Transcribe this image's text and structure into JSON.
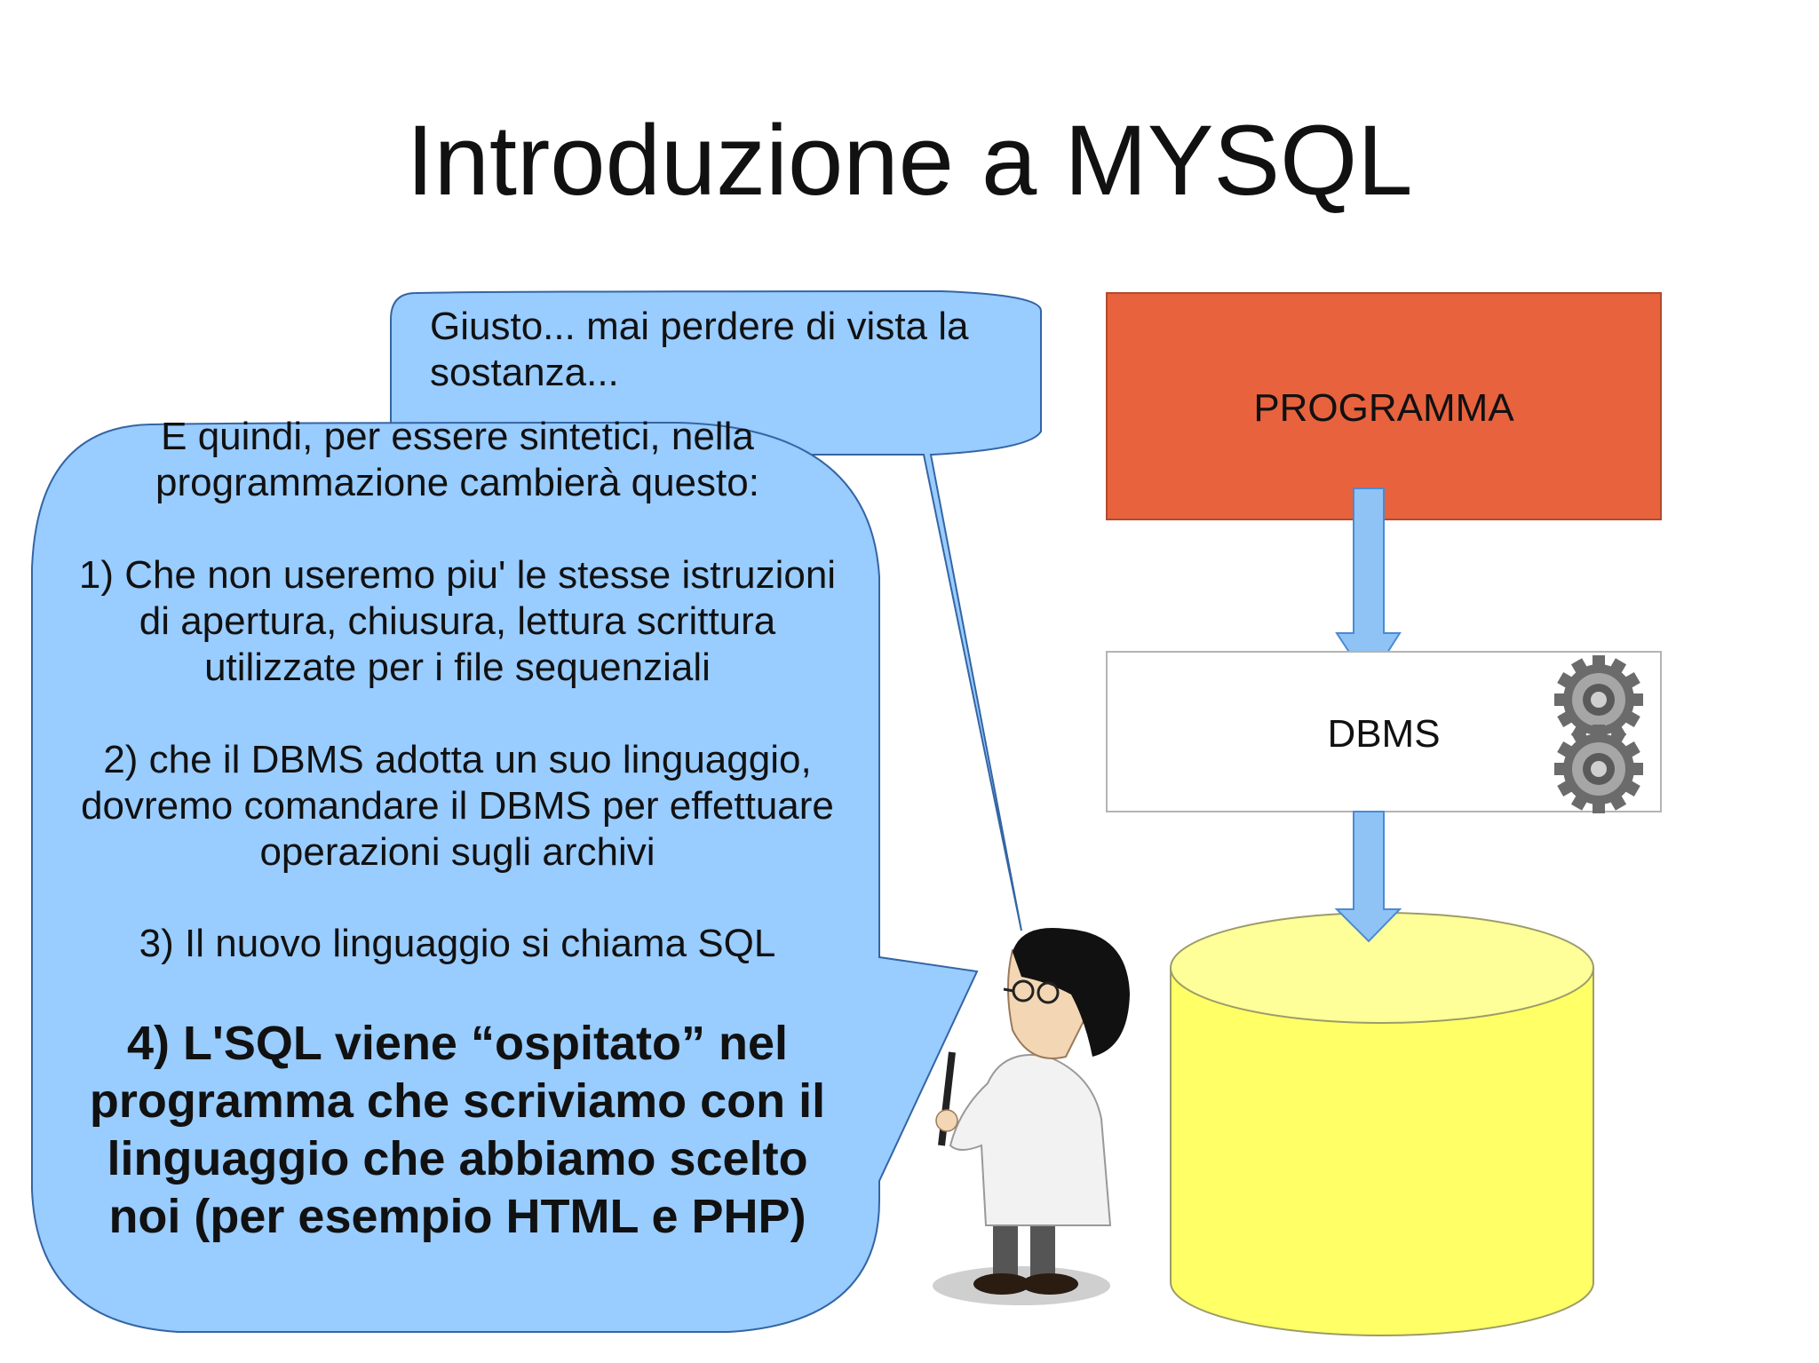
{
  "title": "Introduzione a MYSQL",
  "speech_small": {
    "text": "Giusto... mai perdere di vista la sostanza..."
  },
  "speech_big": {
    "intro": "E quindi, per essere sintetici, nella programmazione cambierà questo:",
    "point1": "1) Che non useremo piu' le stesse istruzioni di apertura, chiusura, lettura scrittura utilizzate per i file sequenziali",
    "point2": "2) che il DBMS adotta un suo linguaggio, dovremo comandare il DBMS per effettuare operazioni sugli archivi",
    "point3": "3) Il nuovo linguaggio si chiama SQL",
    "point4": "4) L'SQL viene “ospitato” nel programma che scriviamo con il linguaggio che abbiamo scelto noi (per esempio HTML e PHP)"
  },
  "diagram": {
    "program_label": "PROGRAMMA",
    "dbms_label": "DBMS",
    "database_icon": "cylinder-database-icon",
    "gear_icon": "gear-icon"
  },
  "colors": {
    "bubble_fill": "#99ccff",
    "bubble_stroke": "#3465a4",
    "program_fill": "#e8623e",
    "arrow_fill": "#8fc3f5",
    "cylinder_fill": "#ffff66",
    "cylinder_top": "#ffff99"
  }
}
